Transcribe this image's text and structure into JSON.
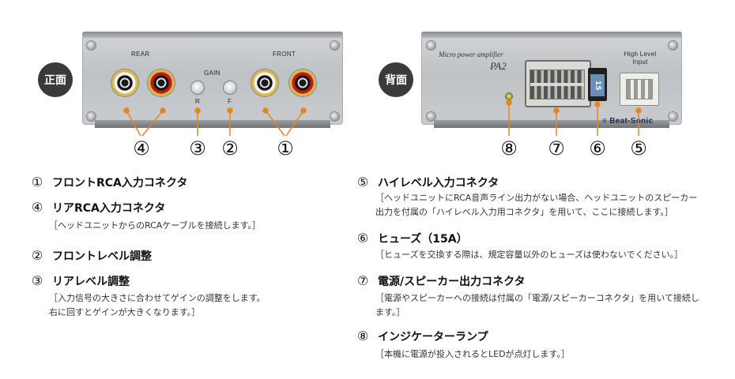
{
  "front_panel": {
    "badge": "正面",
    "label_rear": "REAR",
    "label_gain": "GAIN",
    "label_front": "FRONT",
    "label_r": "R",
    "label_f": "F"
  },
  "back_panel": {
    "badge": "背面",
    "model_line": "Micro power amplifier",
    "model_name": "PA2",
    "high_level_label": "High Level\nInput",
    "fuse_text": "15",
    "brand": "Beat-Sonic"
  },
  "callouts": [
    "④",
    "③",
    "②",
    "①",
    "⑧",
    "⑦",
    "⑥",
    "⑤"
  ],
  "items": [
    {
      "num": "①",
      "title": "フロントRCA入力コネクタ",
      "desc": []
    },
    {
      "num": "④",
      "title": "リアRCA入力コネクタ",
      "desc": [
        "［ヘッドユニットからのRCAケーブルを接続します。］"
      ]
    },
    {
      "num": "②",
      "title": "フロントレベル調整",
      "desc": []
    },
    {
      "num": "③",
      "title": "リアレベル調整",
      "desc": [
        "［入力信号の大きさに合わせてゲインの調整をします。",
        "右に回すとゲインが大きくなります。］"
      ]
    },
    {
      "num": "⑤",
      "title": "ハイレベル入力コネクタ",
      "desc": [
        "［ヘッドユニットにRCA音声ライン出力がない場合、ヘッドユニットのスピーカー",
        "出力を付属の「ハイレベル入力用コネクタ」を用いて、ここに接続します。］"
      ]
    },
    {
      "num": "⑥",
      "title": "ヒューズ（15A）",
      "desc": [
        "［ヒューズを交換する際は、規定容量以外のヒューズは使わないでください。］"
      ]
    },
    {
      "num": "⑦",
      "title": "電源/スピーカー出力コネクタ",
      "desc": [
        "［電源やスピーカーへの接続は付属の「電源/スピーカーコネクタ」を用いて接続し",
        "ます。］"
      ]
    },
    {
      "num": "⑧",
      "title": "インジケーターランプ",
      "desc": [
        "［本機に電源が投入されるとLEDが点灯します。］"
      ]
    }
  ],
  "colors": {
    "callout_line": "#e8841f",
    "badge_bg": "#3a3a3a"
  }
}
